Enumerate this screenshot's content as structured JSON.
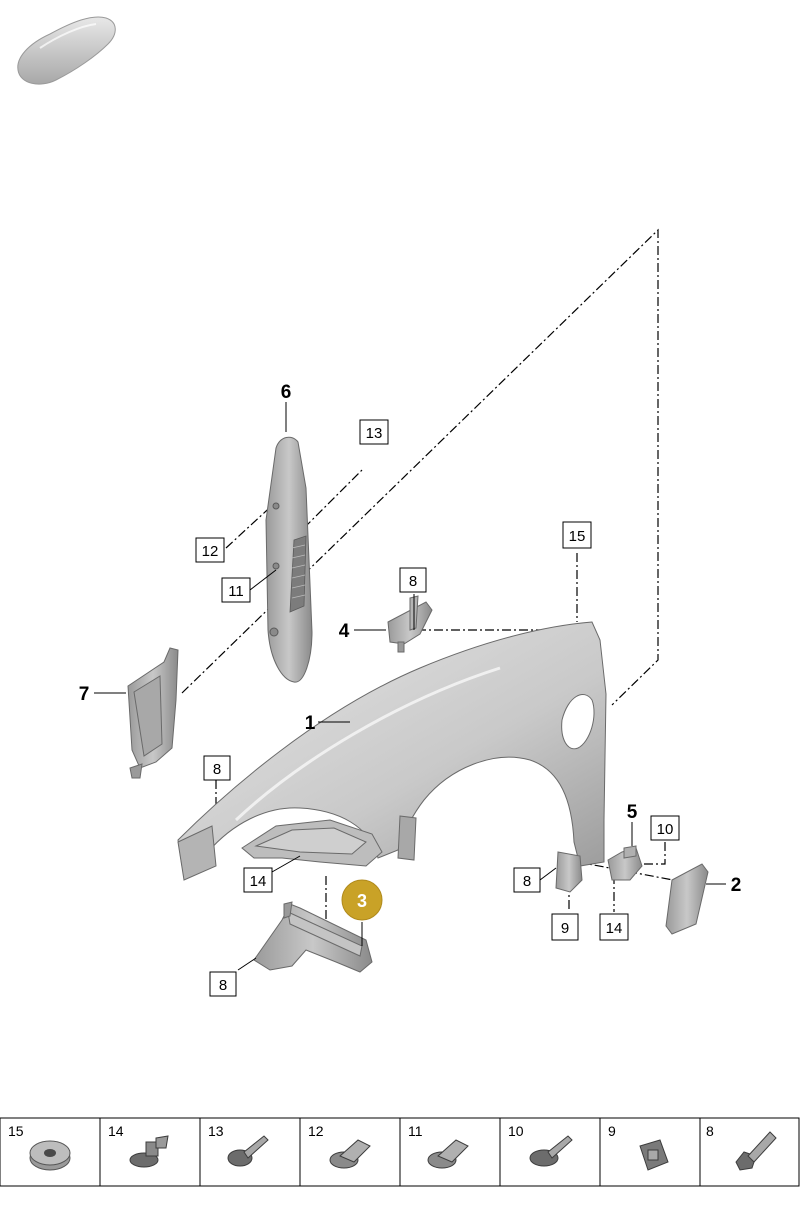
{
  "labels": {
    "fender": "1",
    "cover_2": "2",
    "highlight": "3",
    "bracket_4": "4",
    "bracket_5": "5",
    "trim_6": "6",
    "trim_7": "7",
    "c8_top": "8",
    "c8_left": "8",
    "c8_right": "8",
    "c8_bottom": "8",
    "c9": "9",
    "c10": "10",
    "c11": "11",
    "c12": "12",
    "c13": "13",
    "c14_left": "14",
    "c14_right": "14",
    "c15": "15"
  },
  "legend": [
    "15",
    "14",
    "13",
    "12",
    "11",
    "10",
    "9",
    "8"
  ],
  "colors": {
    "highlight": "#c9a227",
    "part_fill": "#d4d4d4"
  }
}
